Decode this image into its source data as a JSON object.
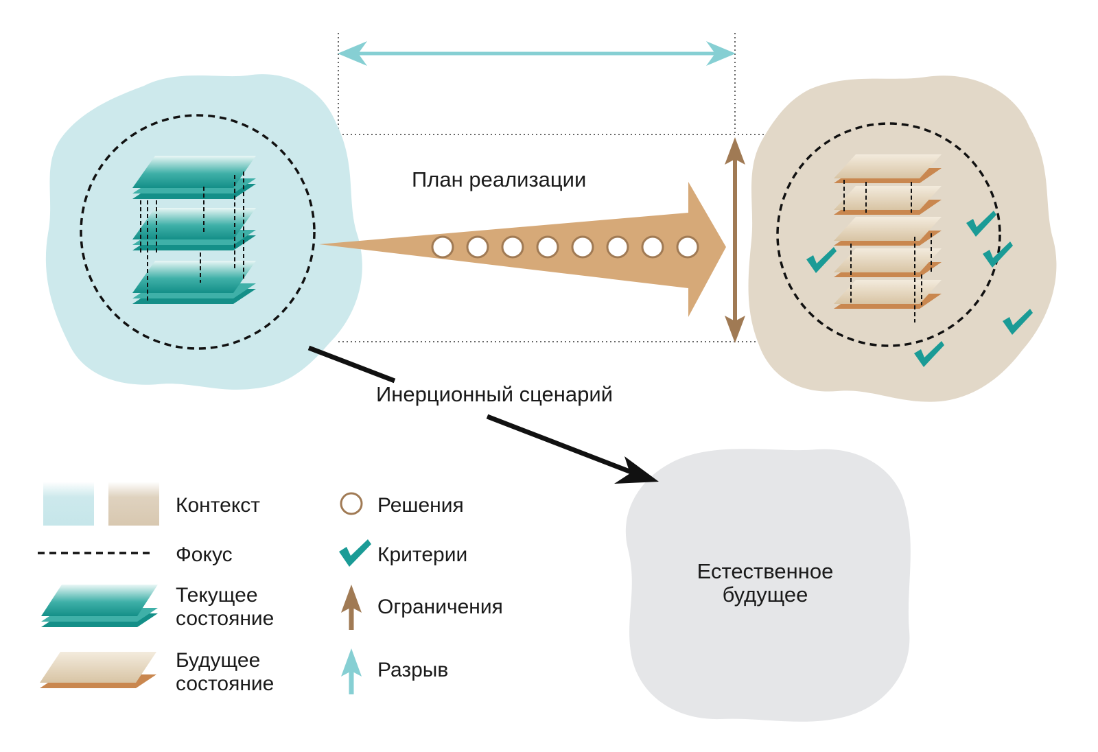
{
  "diagram": {
    "labels": {
      "plan": "План реализации",
      "inertia": "Инерционный сценарий",
      "natural_future_line1": "Естественное",
      "natural_future_line2": "будущее"
    },
    "legend": {
      "context": "Контекст",
      "focus": "Фокус",
      "current_state_line1": "Текущее",
      "current_state_line2": "состояние",
      "future_state_line1": "Будущее",
      "future_state_line2": "состояние",
      "solutions": "Решения",
      "criteria": "Критерии",
      "constraints": "Ограничения",
      "gap": "Разрыв"
    },
    "colors": {
      "current_context": "#cde9ec",
      "future_context": "#e2d8c8",
      "natural_future": "#e5e6e8",
      "teal": "#1a9b96",
      "tan": "#d6a978",
      "brown": "#a07a54",
      "gap_arrow": "#86cfd3",
      "check": "#1a9b96"
    }
  }
}
